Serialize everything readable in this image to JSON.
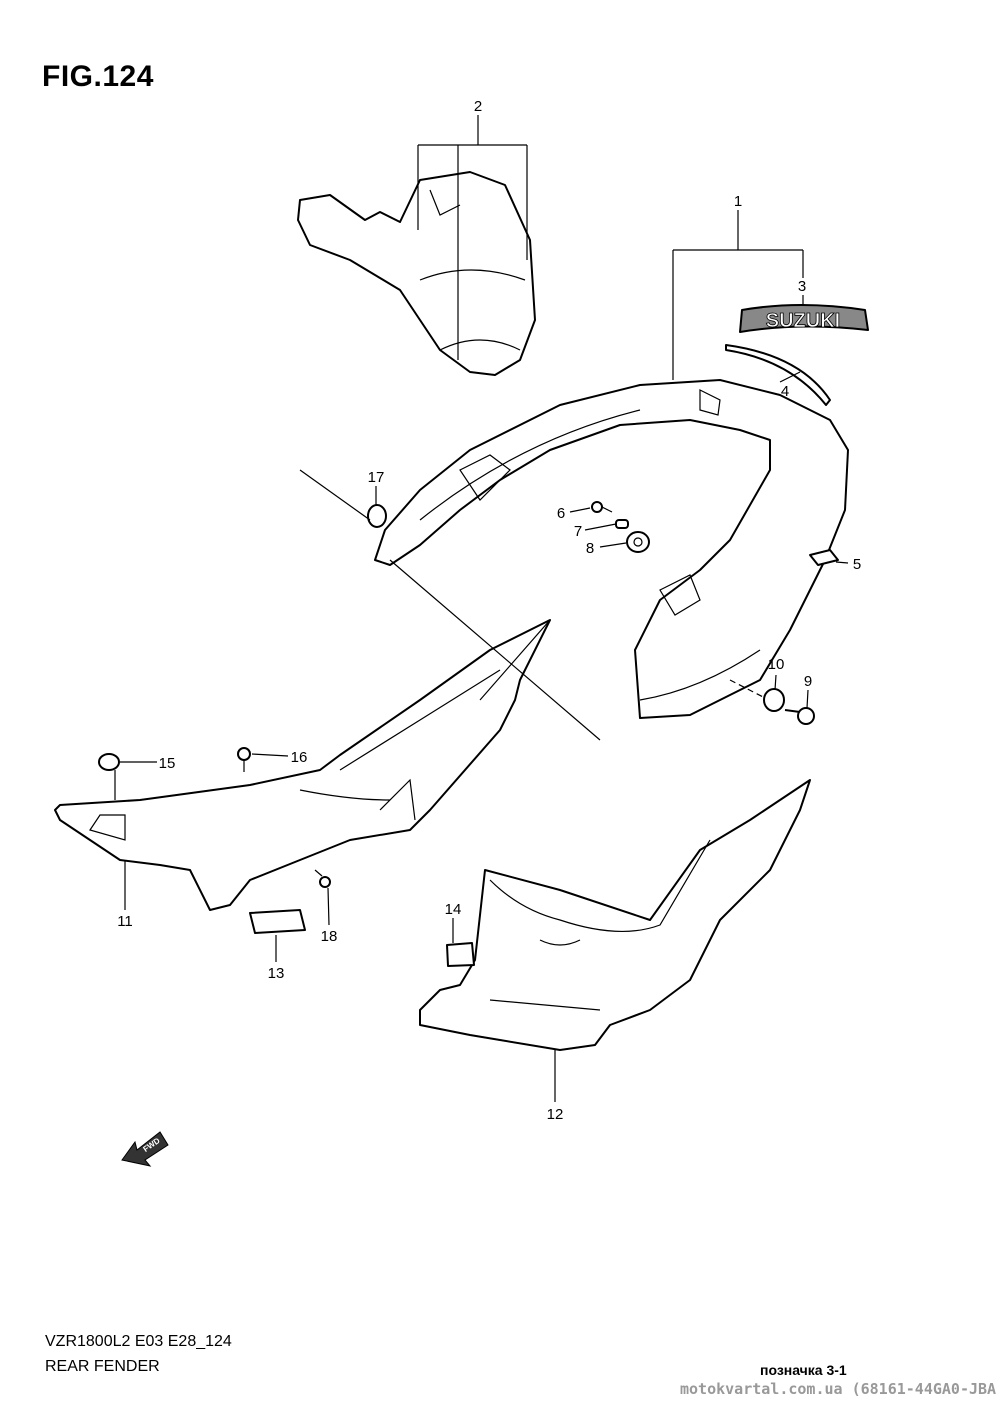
{
  "figure": {
    "title": "FIG.124"
  },
  "callouts": [
    "1",
    "2",
    "3",
    "4",
    "5",
    "6",
    "7",
    "8",
    "9",
    "10",
    "11",
    "12",
    "13",
    "14",
    "15",
    "16",
    "17",
    "18"
  ],
  "emblem": {
    "text": "SUZUKI"
  },
  "fwd_arrow": {
    "text": "FWD"
  },
  "footer": {
    "model": "VZR1800L2 E03 E28_124",
    "section": "REAR FENDER",
    "reference": "позначка 3-1",
    "watermark": "motokvartal.com.ua (68161-44GA0-JBA"
  }
}
